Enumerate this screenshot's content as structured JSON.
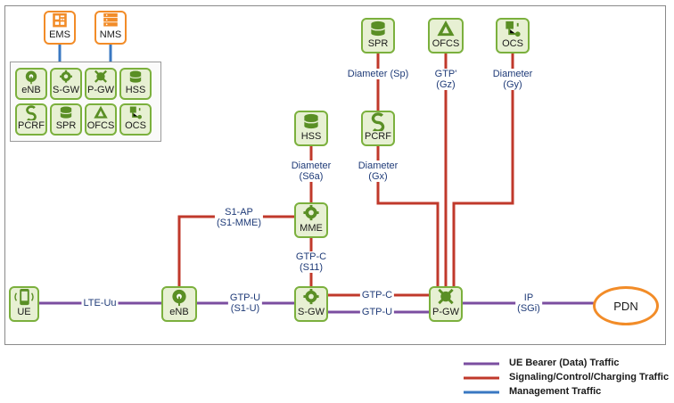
{
  "nodes": {
    "ems": "EMS",
    "nms": "NMS",
    "legend_enb": "eNB",
    "legend_sgw": "S-GW",
    "legend_pgw": "P-GW",
    "legend_hss": "HSS",
    "legend_pcrf": "PCRF",
    "legend_spr": "SPR",
    "legend_ofcs": "OFCS",
    "legend_ocs": "OCS",
    "spr": "SPR",
    "ofcs": "OFCS",
    "ocs": "OCS",
    "pcrf": "PCRF",
    "hss": "HSS",
    "mme": "MME",
    "ue": "UE",
    "enb": "eNB",
    "sgw": "S-GW",
    "pgw": "P-GW",
    "pdn": "PDN"
  },
  "interfaces": {
    "sp": "Diameter (Sp)",
    "gz_1": "GTP'",
    "gz_2": "(Gz)",
    "gy_1": "Diameter",
    "gy_2": "(Gy)",
    "s6a_1": "Diameter",
    "s6a_2": "(S6a)",
    "gx_1": "Diameter",
    "gx_2": "(Gx)",
    "s1ap_1": "S1-AP",
    "s1ap_2": "(S1-MME)",
    "s11_1": "GTP-C",
    "s11_2": "(S11)",
    "lteuu": "LTE-Uu",
    "s1u_1": "GTP-U",
    "s1u_2": "(S1-U)",
    "s5c": "GTP-C",
    "s5u": "GTP-U",
    "sgi_1": "IP",
    "sgi_2": "(SGi)"
  },
  "legend": {
    "bearer": "UE Bearer (Data) Traffic",
    "signaling": "Signaling/Control/Charging Traffic",
    "management": "Management Traffic"
  },
  "colors": {
    "bearer": "#7b4ea0",
    "signaling": "#c0392b",
    "management": "#3a78c2",
    "node_border": "#7bb03d",
    "mgmt_node_border": "#f28c28"
  }
}
